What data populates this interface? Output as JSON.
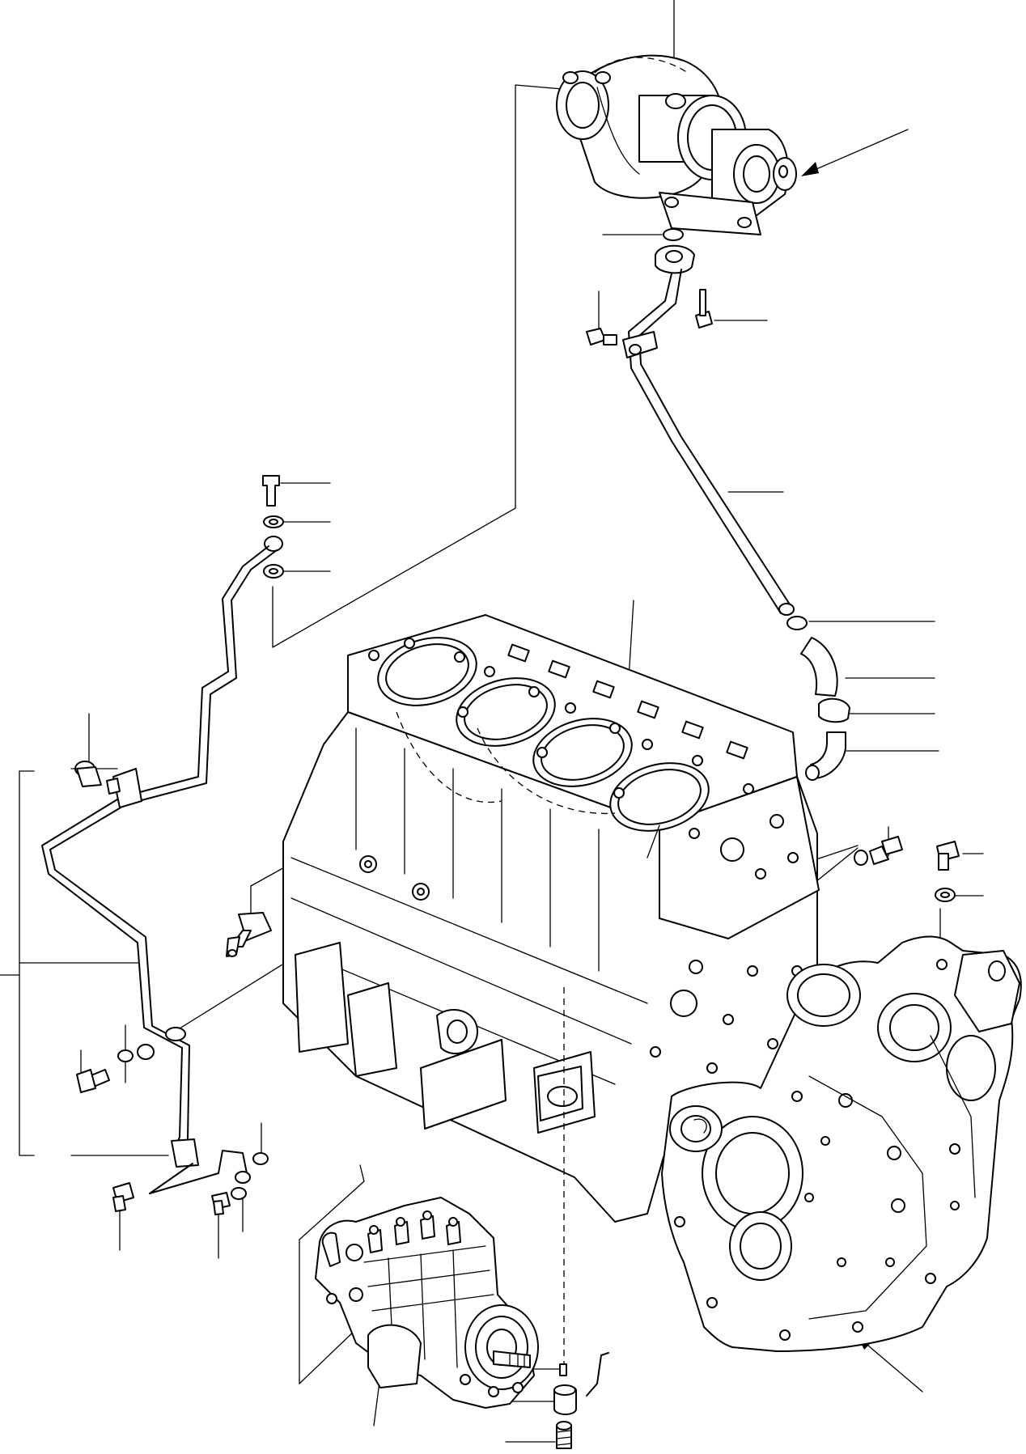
{
  "diagram": {
    "parts": [
      {
        "key": "turbocharger",
        "callout": ""
      },
      {
        "key": "oil-return-tube",
        "callout": ""
      },
      {
        "key": "cylinder-block",
        "callout": ""
      },
      {
        "key": "oil-feed-line",
        "callout": ""
      },
      {
        "key": "gear-case",
        "callout": ""
      },
      {
        "key": "injection-pump",
        "callout": ""
      },
      {
        "key": "oil-pressure-switch",
        "callout": ""
      }
    ]
  }
}
